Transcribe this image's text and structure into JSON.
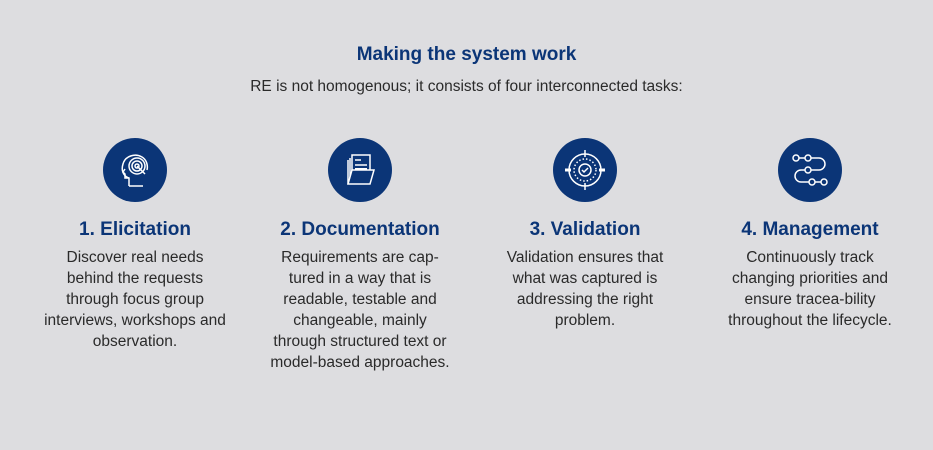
{
  "header": {
    "title": "Making the system work",
    "subtitle": "RE is not homogenous; it consists of four interconnected tasks:"
  },
  "colors": {
    "navy": "#0b3577",
    "background": "#dddde0"
  },
  "tasks": [
    {
      "icon": "head-target-icon",
      "heading": "1. Elicitation",
      "text": "Discover real needs behind the requests through focus group interviews, workshops and observation."
    },
    {
      "icon": "folder-document-icon",
      "heading": "2. Documentation",
      "text": "Requirements are cap-tured in a way that is readable, testable and changeable, mainly through structured text or model-based approaches."
    },
    {
      "icon": "target-check-icon",
      "heading": "3. Validation",
      "text": "Validation ensures that what was captured is addressing the right problem."
    },
    {
      "icon": "flow-path-icon",
      "heading": "4. Management",
      "text": "Continuously track changing priorities and ensure tracea-bility throughout the lifecycle."
    }
  ]
}
